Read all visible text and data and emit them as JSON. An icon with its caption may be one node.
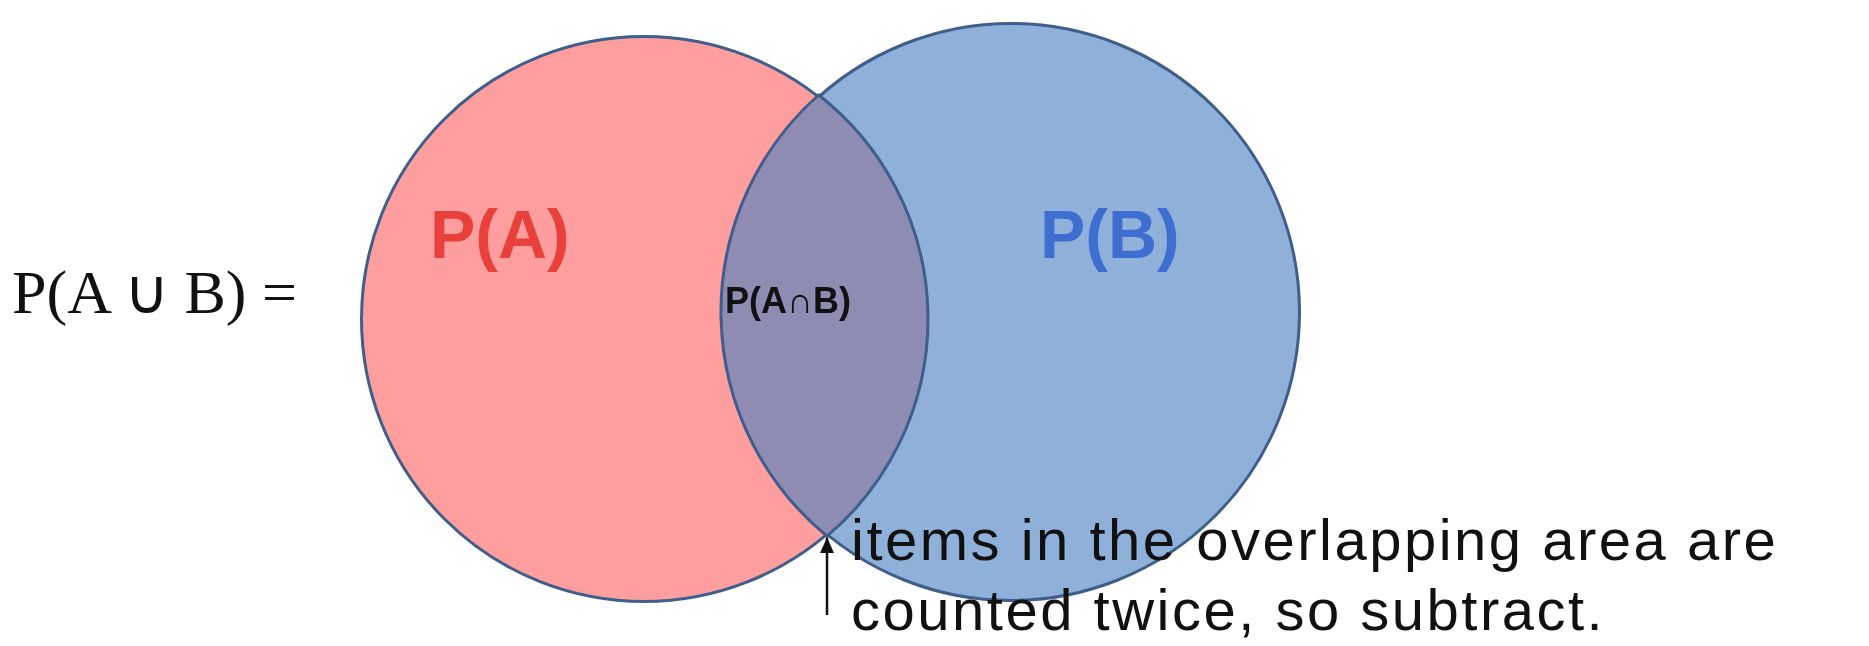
{
  "diagram": {
    "nodes": [
      {
        "text": [
          "P(A)"
        ]
      },
      {
        "text": [
          "P(B)"
        ]
      },
      {
        "text": [
          "P(A∩B)"
        ]
      },
      {
        "text": [
          "items in the overlapping area are counted twice, so subtract."
        ]
      }
    ],
    "edges": [
      {
        "from": 3,
        "to": 2,
        "arrow": "to"
      }
    ],
    "labels": [
      "P(A ∪ B) ="
    ]
  }
}
